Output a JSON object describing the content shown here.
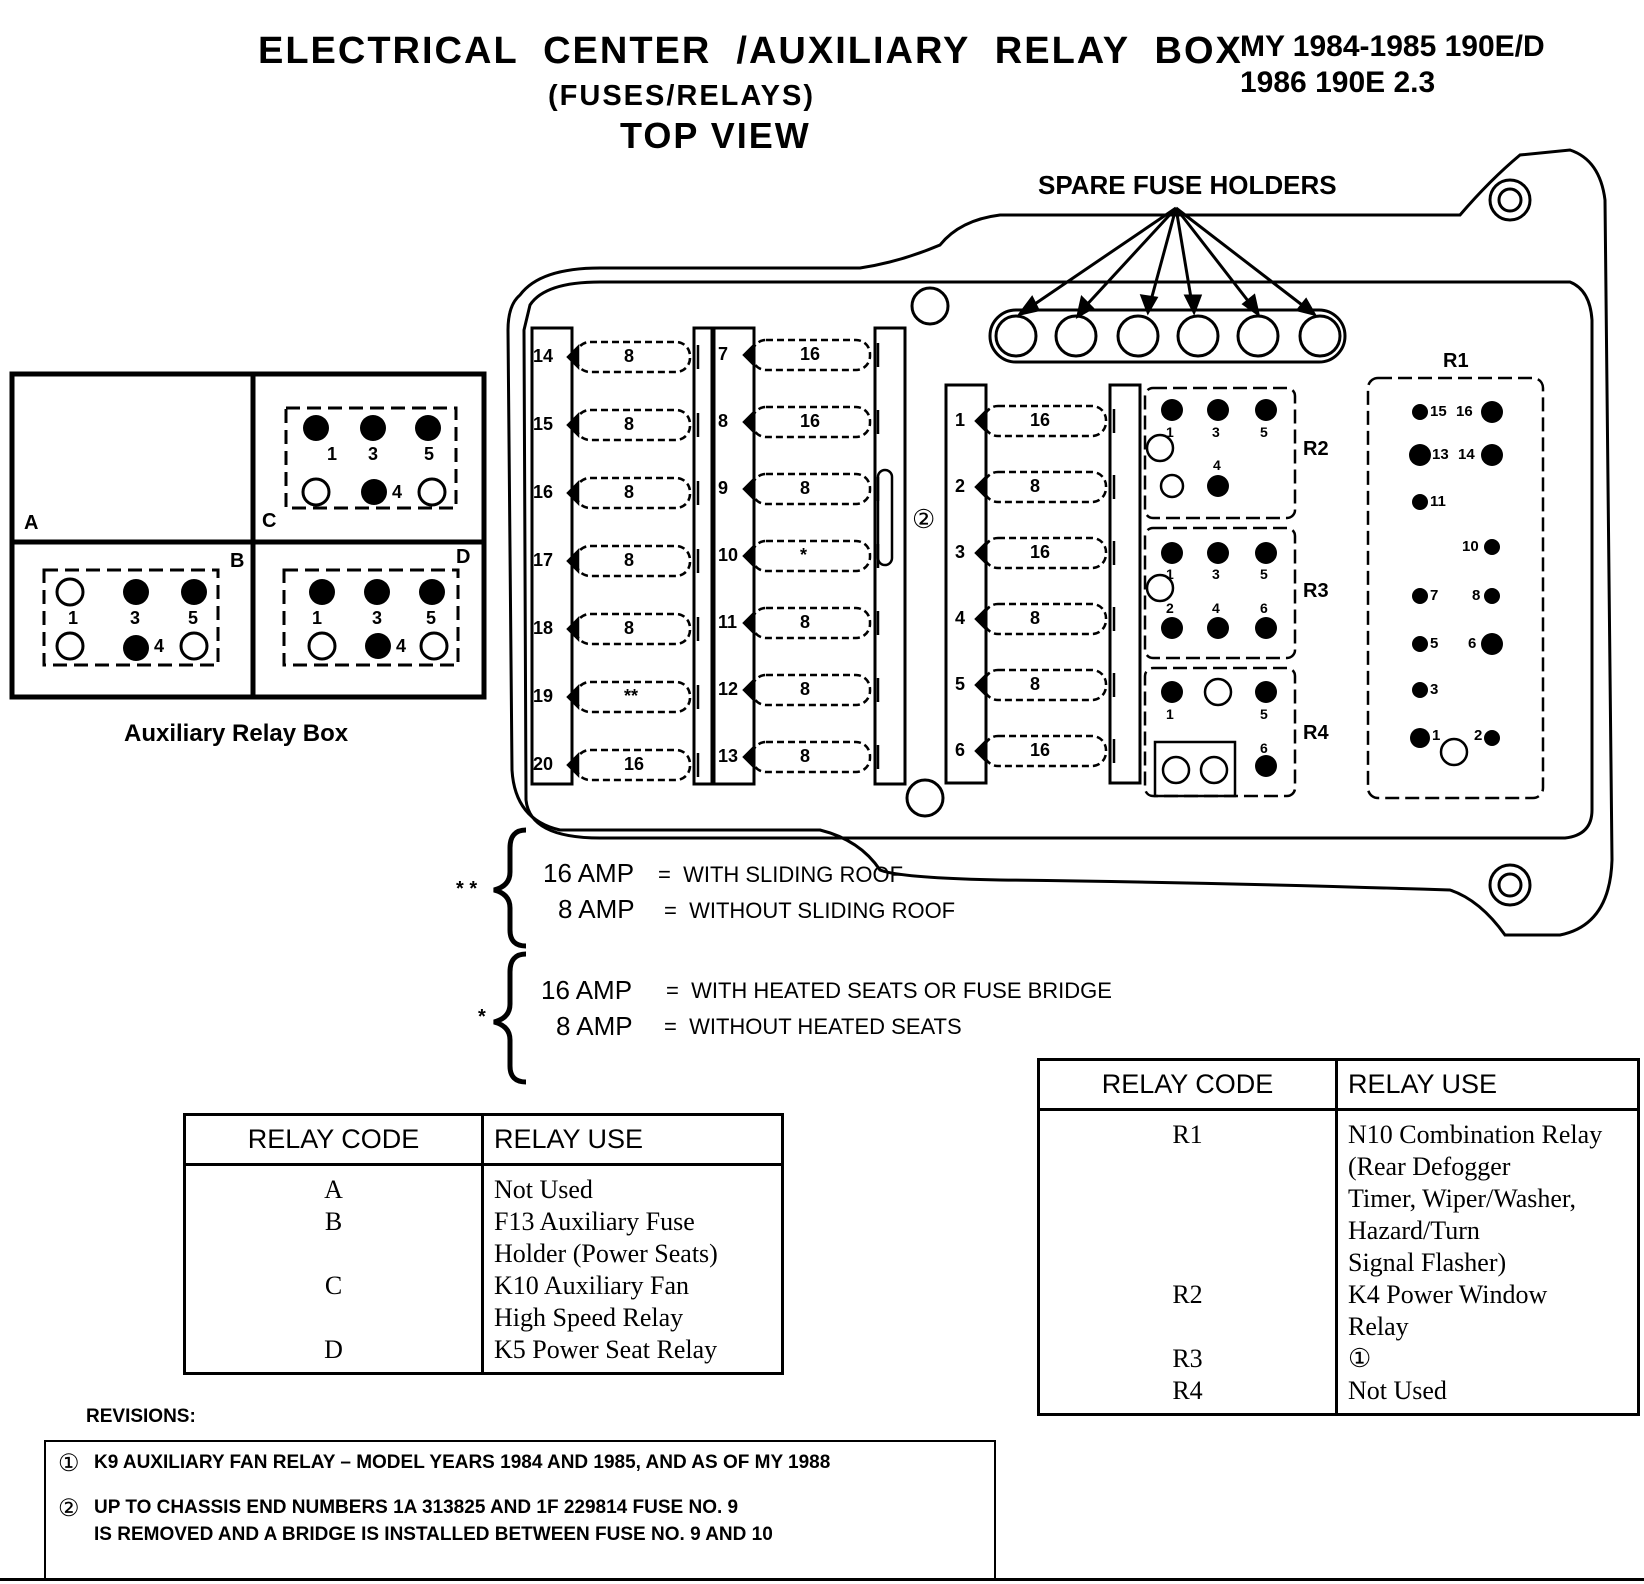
{
  "header": {
    "title": "ELECTRICAL  CENTER  /AUXILIARY  RELAY  BOX",
    "subtitle": "(FUSES/RELAYS)",
    "view": "TOP VIEW",
    "model_line1": "MY 1984-1985 190E/D",
    "model_line2": "1986 190E 2.3"
  },
  "diagram": {
    "spare_label": "SPARE FUSE HOLDERS",
    "note2_marker": "②",
    "left_bank": [
      {
        "num": "14",
        "amp": "8"
      },
      {
        "num": "15",
        "amp": "8"
      },
      {
        "num": "16",
        "amp": "8"
      },
      {
        "num": "17",
        "amp": "8"
      },
      {
        "num": "18",
        "amp": "8"
      },
      {
        "num": "19",
        "amp": "**"
      },
      {
        "num": "20",
        "amp": "16"
      }
    ],
    "mid_bank": [
      {
        "num": "7",
        "amp": "16"
      },
      {
        "num": "8",
        "amp": "16"
      },
      {
        "num": "9",
        "amp": "8"
      },
      {
        "num": "10",
        "amp": "*"
      },
      {
        "num": "11",
        "amp": "8"
      },
      {
        "num": "12",
        "amp": "8"
      },
      {
        "num": "13",
        "amp": "8"
      }
    ],
    "right_bank": [
      {
        "num": "1",
        "amp": "16"
      },
      {
        "num": "2",
        "amp": "8"
      },
      {
        "num": "3",
        "amp": "16"
      },
      {
        "num": "4",
        "amp": "8"
      },
      {
        "num": "5",
        "amp": "8"
      },
      {
        "num": "6",
        "amp": "16"
      }
    ],
    "relays": {
      "r1": "R1",
      "r2": "R2",
      "r3": "R3",
      "r4": "R4",
      "r1_pins": [
        "15",
        "16",
        "13",
        "14",
        "11",
        "10",
        "7",
        "8",
        "5",
        "6",
        "3",
        "1",
        "2"
      ],
      "r2_pins": [
        "1",
        "3",
        "5",
        "4"
      ],
      "r3_pins": [
        "1",
        "3",
        "5",
        "2",
        "4",
        "6"
      ],
      "r4_pins": [
        "1",
        "5",
        "6"
      ]
    }
  },
  "aux_box": {
    "caption": "Auxiliary Relay Box",
    "cells": {
      "a": "A",
      "b": "B",
      "c": "C",
      "d": "D"
    },
    "pins": {
      "p1": "1",
      "p3": "3",
      "p5": "5",
      "p4": "4"
    }
  },
  "notes": {
    "star2": "* *",
    "star2_line1_amp": "16 AMP",
    "star2_line1_txt": "=  WITH SLIDING ROOF",
    "star2_line2_amp": "8 AMP",
    "star2_line2_txt": "=  WITHOUT SLIDING ROOF",
    "star1": "*",
    "star1_line1_amp": "16 AMP",
    "star1_line1_txt": "=  WITH HEATED SEATS OR FUSE BRIDGE",
    "star1_line2_amp": "8 AMP",
    "star1_line2_txt": "=  WITHOUT HEATED SEATS"
  },
  "table_left": {
    "col_code": "RELAY CODE",
    "col_use": "RELAY USE",
    "rows": [
      {
        "code": "A",
        "use": [
          "Not Used"
        ]
      },
      {
        "code": "B",
        "use": [
          "F13 Auxiliary Fuse",
          "Holder (Power Seats)"
        ]
      },
      {
        "code": "C",
        "use": [
          "K10 Auxiliary Fan",
          "High Speed Relay"
        ]
      },
      {
        "code": "D",
        "use": [
          "K5 Power Seat Relay"
        ]
      }
    ]
  },
  "table_right": {
    "col_code": "RELAY CODE",
    "col_use": "RELAY USE",
    "rows": [
      {
        "code": "R1",
        "use": [
          "N10 Combination Relay",
          "(Rear Defogger",
          "Timer, Wiper/Washer,",
          "Hazard/Turn",
          "Signal Flasher)"
        ]
      },
      {
        "code": "R2",
        "use": [
          "K4 Power Window",
          "Relay"
        ]
      },
      {
        "code": "R3",
        "use": [
          "①"
        ]
      },
      {
        "code": "R4",
        "use": [
          "Not Used"
        ]
      }
    ]
  },
  "revisions": {
    "label": "REVISIONS:",
    "r1_marker": "①",
    "r1_text": "K9 AUXILIARY FAN RELAY – MODEL YEARS 1984 AND 1985, AND AS OF MY 1988",
    "r2_marker": "②",
    "r2_text1": "UP TO CHASSIS END NUMBERS 1A 313825 AND 1F 229814 FUSE NO. 9",
    "r2_text2": "IS REMOVED AND A BRIDGE IS INSTALLED BETWEEN FUSE NO. 9 AND 10"
  }
}
